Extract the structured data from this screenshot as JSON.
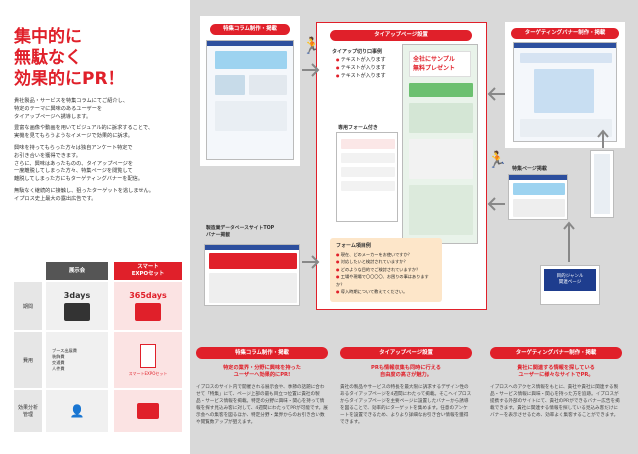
{
  "headline": [
    "集中的に",
    "無駄なく",
    "効果的にPR！"
  ],
  "intro": [
    "貴社製品・サービスを特集コラムにてご紹介し、\n特定のテーマに興味のあるユーザーを\nタイアップページへ誘導します。",
    "豊富な画像や動画を用いてビジュアル的に訴求することで、\n実機を見てもらうようなイメージで効果的に訴求。",
    "興味を持ってもらった方々は独自アンケート特定で\nお引き合いを獲得できます。\nさらに、興味はあったものの、タイアップページを\n一度離脱してしまった方々、特集ページを閲覧して\n離脱してしまった方にもターゲティングバナーを配信。",
    "無駄なく継続的に接触し、狙ったターゲットを逃しません。\nイプロス史上最大の露出広告です。"
  ],
  "compare": {
    "col_a": "展示会",
    "col_b": "スマート\nEXPOセット",
    "rows": [
      {
        "label": "期間",
        "a": "3days",
        "b": "365days"
      },
      {
        "label": "費用",
        "a": "",
        "b": ""
      },
      {
        "label": "効果分析\n管理",
        "a": "",
        "b": ""
      }
    ],
    "cost_a_lines": [
      "ブース出展費",
      "装飾費",
      "交通費",
      "人件費"
    ],
    "cost_b_line": "スマートEXPOセット"
  },
  "panels": {
    "column": {
      "title": "特集コラム制作・掲載"
    },
    "tieup": {
      "title": "タイアップページ設置",
      "cut_label": "タイアップ切り口事例",
      "bullets": [
        "テキストが入ります",
        "テキストが入ります",
        "テキストが入ります"
      ],
      "form_label": "専用フォーム付き",
      "ad_top": "全社にサンプル",
      "ad_mid": "無料プレゼント"
    },
    "targeting": {
      "title": "ターゲティングバナー制作・掲載",
      "banner_caption": "目的ジャンル\n関連ページ"
    },
    "special": {
      "title": "特集ページ掲載"
    },
    "db": {
      "title": "製造業データベースサイトTOP\nバナー掲載"
    },
    "form": {
      "title": "フォーム項目例",
      "items": [
        "現在、どのメーカーをお使いですか？",
        "対応したいと検討されていますか？",
        "どのような目的でご検討されていますか？",
        "工場や現場で〇〇〇〇、お困りの事はありますか？",
        "導入時期について教えてください。"
      ]
    }
  },
  "desc": [
    {
      "title": "特集コラム制作・掲載",
      "sub": "特定の業界・分野に興味を持った\nユーザーへ効果的にPR!",
      "body": "イプロスのサイト内で開催される展示会や、季節の話題に合わせて「特集」にて、ページ上部の最も目立つ位置に貴社の製品・サービス情報を掲載。特定の分野に興味・関心を持って情報を探す見込み客に対して、4週間にわたってPRが可能です。展示会への集客を図るほか、特定分野・業界からのお引き合い数や閲覧数アップが狙えます。"
    },
    {
      "title": "タイアップページ設置",
      "sub": "PRも情報収集も同時に行える\n自由度の高さが魅力。",
      "body": "貴社の製品やサービスの特長を最大限に訴求するデザイン性のあるタイアップページを4週間にわたって掲載。そこへイプロスからタイアップページを主要ページに設置したバナーから誘導を図ることで、効率的にターゲットを集めます。任意のアンケートを設置できるため、よりより詳細なお引き合い情報を獲得できます。"
    },
    {
      "title": "ターゲティングバナー制作・掲載",
      "sub": "貴社に関連する情報を探している\nユーザーに様々なサイトでPR。",
      "body": "イプロスへのアクセス情報をもとに、貴社や貴社に関連する製品・サービス情報に興味・関心を持った方を追跡。イプロスが提携する外部のサイトにて、貴社のPRができるバナー広告を掲載できます。貴社に関連する情報を探している見込み客だけにバナーを表示させるため、効率よく集客することができます。"
    }
  ],
  "colors": {
    "accent": "#e0202a",
    "gray": "#d9d9d9",
    "orange": "#f0a020"
  }
}
